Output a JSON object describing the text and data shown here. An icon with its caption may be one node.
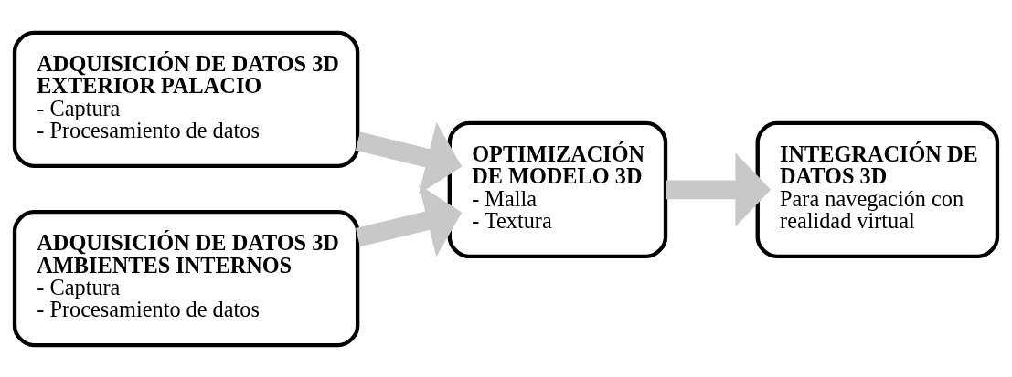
{
  "diagram": {
    "nodes": [
      {
        "text": [
          "ADQUISICIÓN DE DATOS 3D EXTERIOR PALACIO",
          "- Captura",
          "- Procesamiento de datos"
        ]
      },
      {
        "text": [
          "ADQUISICIÓN DE DATOS 3D AMBIENTES INTERNOS",
          "- Captura",
          "- Procesamiento de datos"
        ]
      },
      {
        "text": [
          "OPTIMIZACIÓN DE MODELO 3D",
          "- Malla",
          "- Textura"
        ]
      },
      {
        "text": [
          "INTEGRACIÓN DE DATOS 3D",
          "Para navegación con realidad virtual"
        ]
      }
    ],
    "edges": [
      {
        "from": 0,
        "to": 2,
        "arrow": "to"
      },
      {
        "from": 1,
        "to": 2,
        "arrow": "to"
      },
      {
        "from": 2,
        "to": 3,
        "arrow": "to"
      }
    ]
  }
}
